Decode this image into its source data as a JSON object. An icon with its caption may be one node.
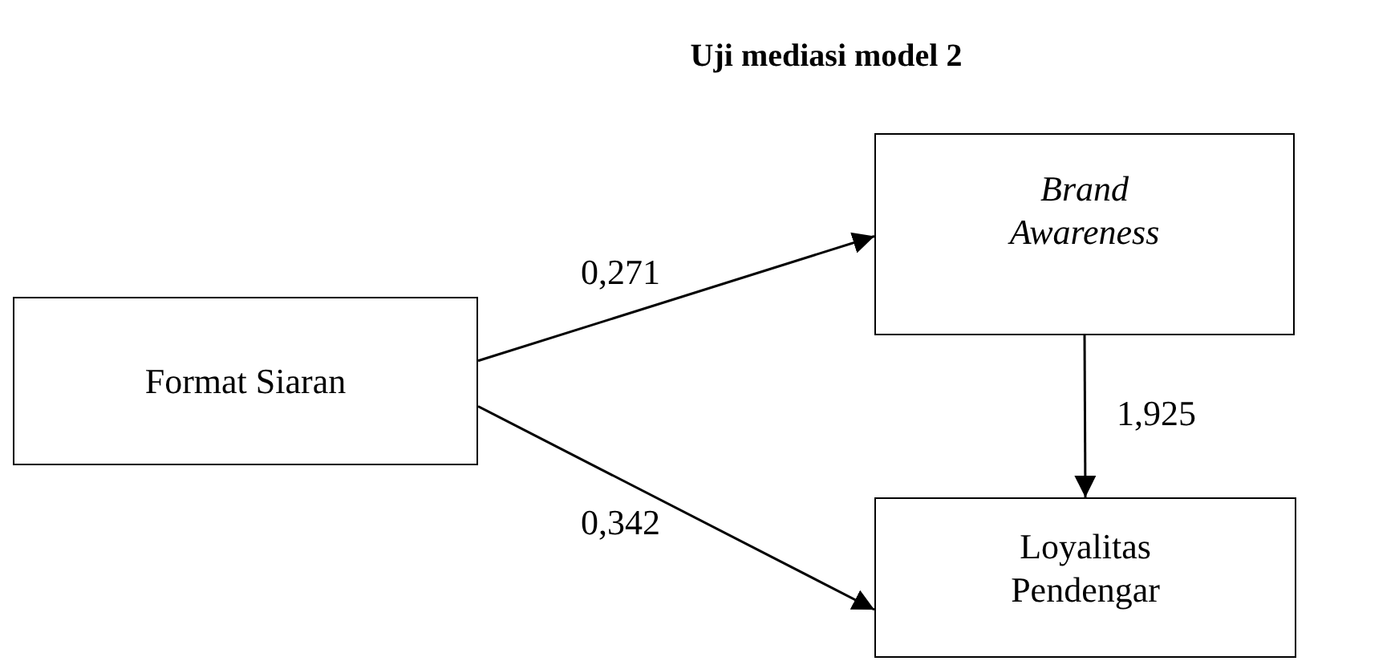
{
  "diagram": {
    "title": "Uji mediasi model 2",
    "nodes": [
      {
        "text": [
          "Format Siaran"
        ]
      },
      {
        "text": [
          "Brand Awareness"
        ]
      },
      {
        "text": [
          "Loyalitas Pendengar"
        ]
      }
    ],
    "edges": [
      {
        "from": 0,
        "to": 1,
        "arrow": "to",
        "label": "0,271"
      },
      {
        "from": 0,
        "to": 2,
        "arrow": "to",
        "label": "0,342"
      },
      {
        "from": 1,
        "to": 2,
        "arrow": "to",
        "label": "1,925"
      }
    ]
  }
}
